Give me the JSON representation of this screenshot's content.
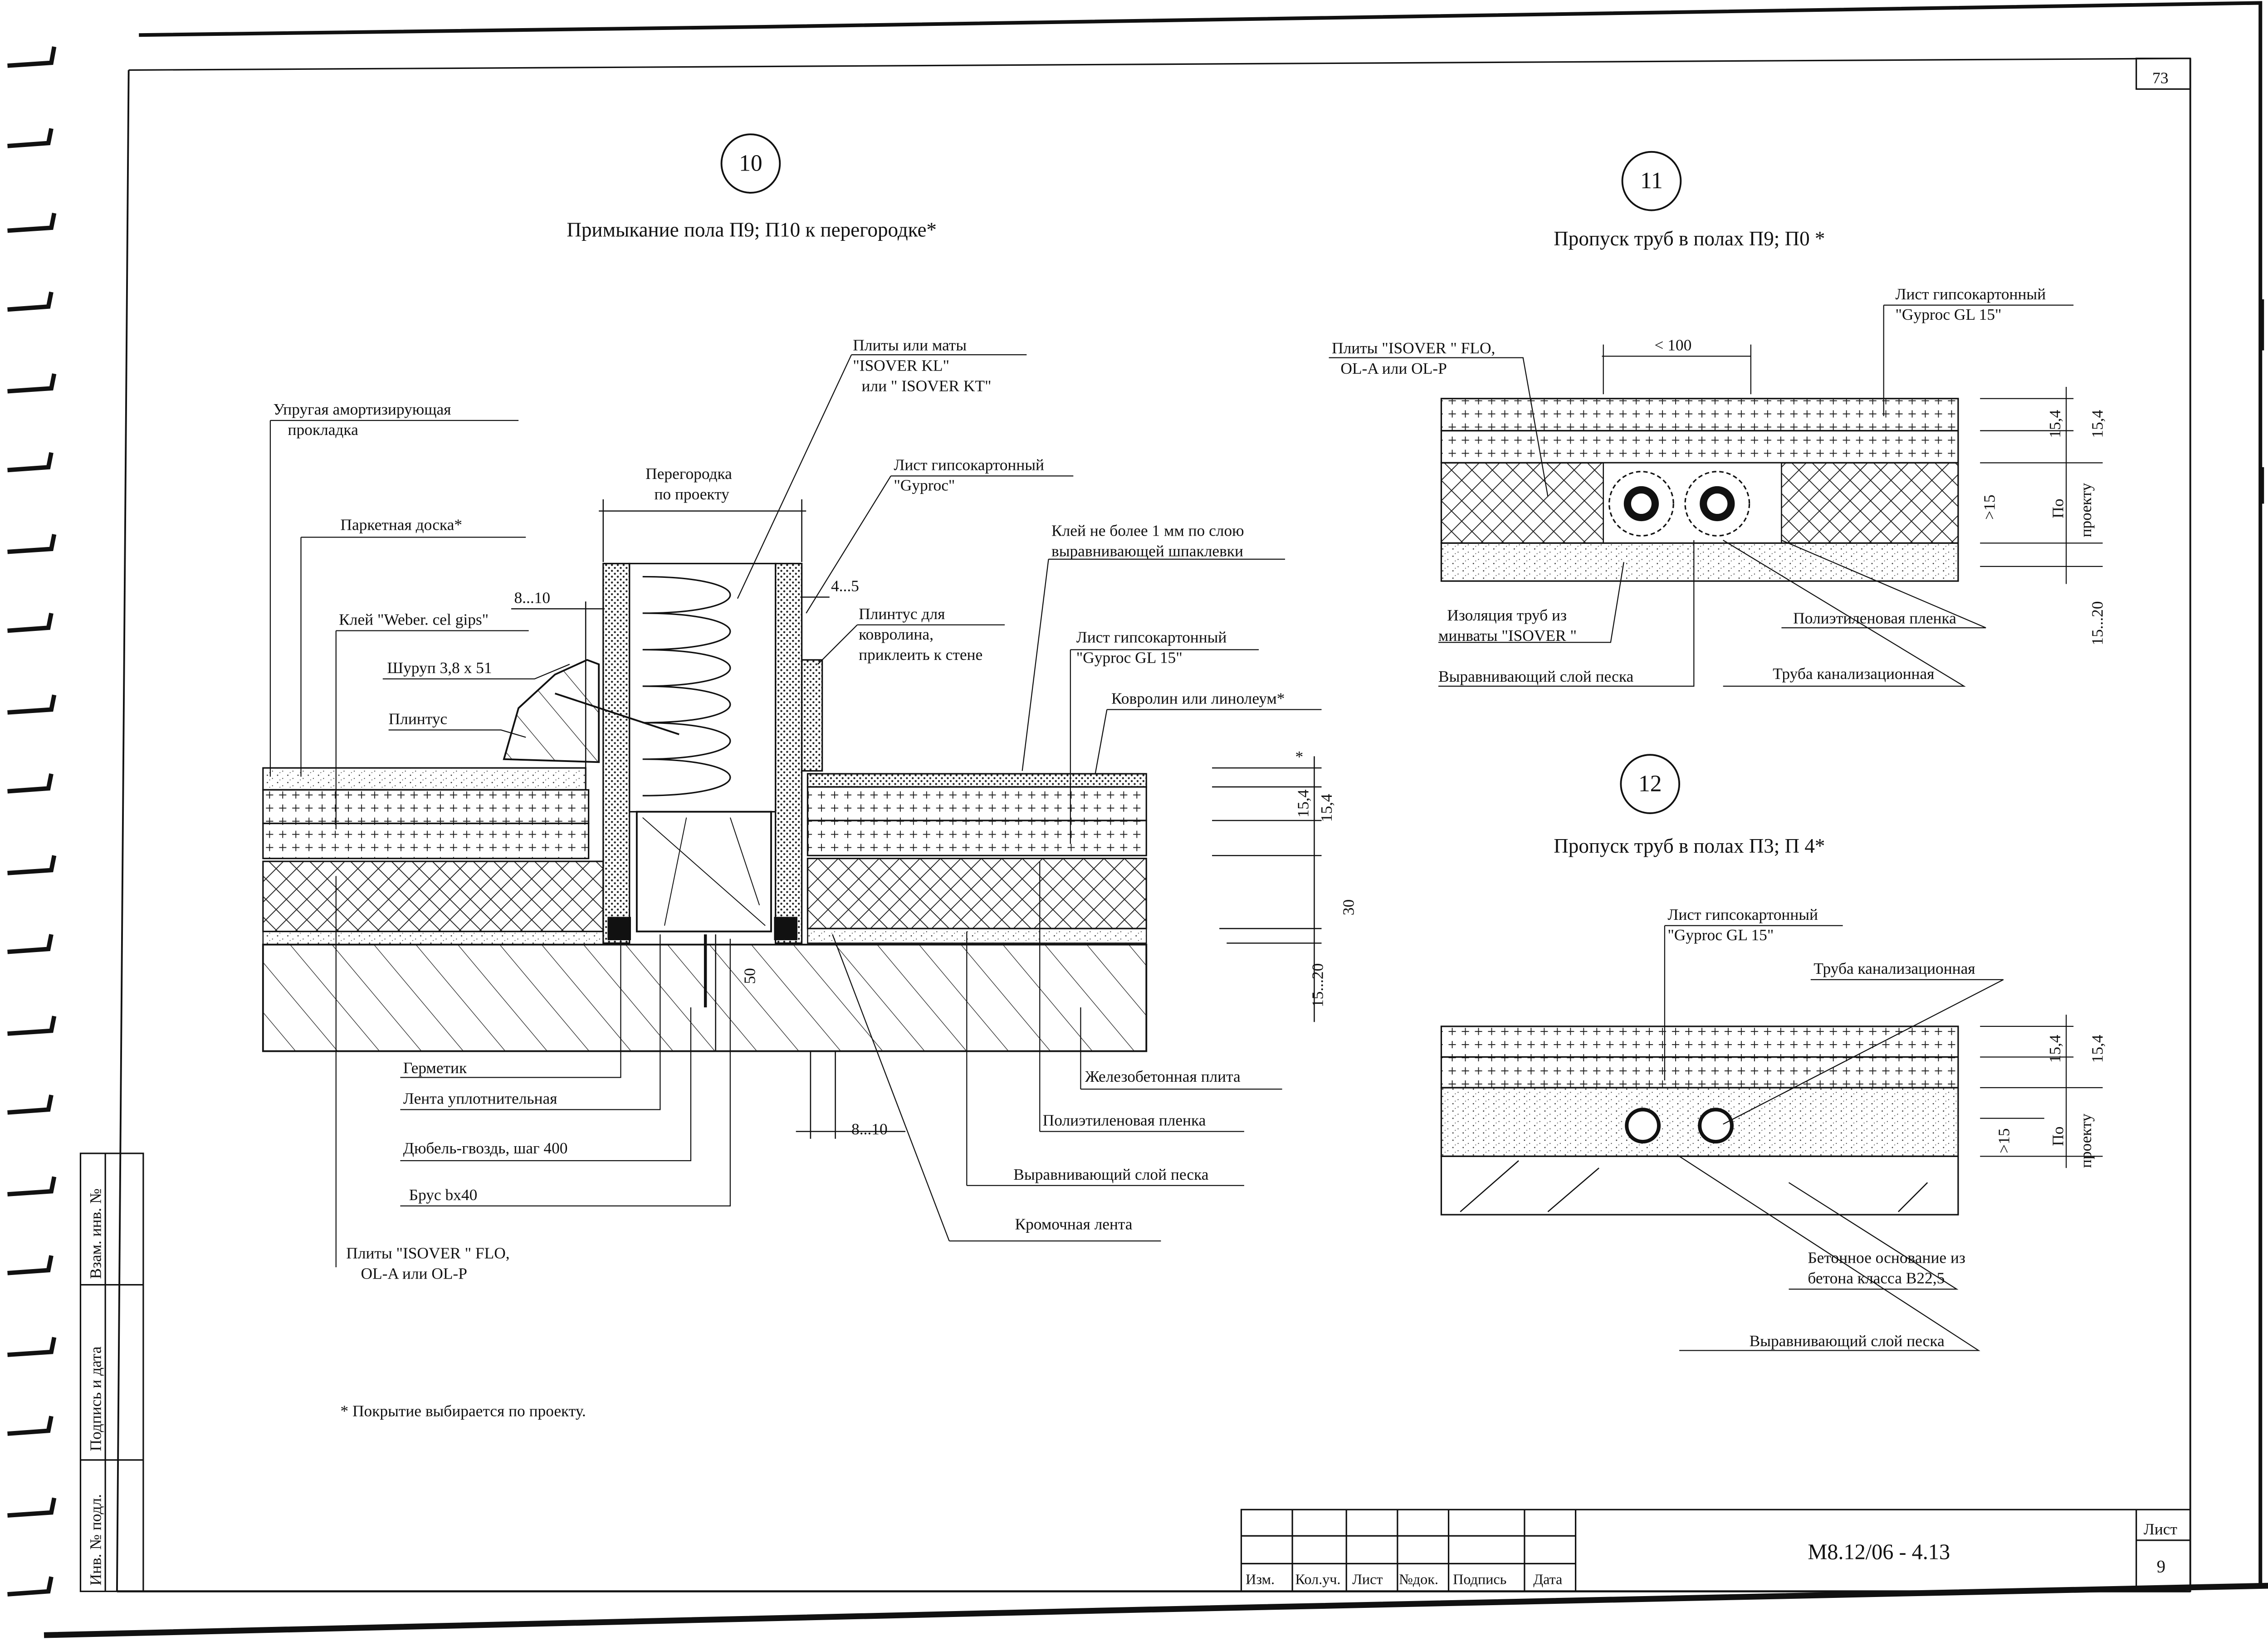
{
  "sheet": {
    "corner_number": "73",
    "footnote": "*  Покрытие выбирается по проекту.",
    "side_stamp": {
      "vzam_inv": "Взам. инв. №",
      "podpis_data": "Подпись и дата",
      "inv_podl": "Инв. № подл."
    },
    "title_block": {
      "columns": [
        "Изм.",
        "Кол.уч.",
        "Лист",
        "№док.",
        "Подпись",
        "Дата"
      ],
      "code": "М8.12/06 - 4.13",
      "list_label": "Лист",
      "list_number": "9"
    }
  },
  "node10": {
    "number": "10",
    "title": "Примыкание пола П9; П10 к перегородке*",
    "labels": {
      "uprugaya1": "Упругая амортизирующая",
      "uprugaya2": "прокладка",
      "parket": "Паркетная доска*",
      "dim_8_10_top": "8...10",
      "klei_weber": "Клей \"Weber. cel gips\"",
      "shurup": "Шуруп 3,8 х 51",
      "plintus": "Плинтус",
      "plity_maty1": "Плиты или маты",
      "plity_maty2": "\"ISOVER KL\"",
      "plity_maty3": "или \" ISOVER KT\"",
      "peregorodka1": "Перегородка",
      "peregorodka2": "по проекту",
      "list_gyproc1": "Лист гипсокартонный",
      "list_gyproc2": "\"Gyproc\"",
      "dim_4_5": "4...5",
      "plintus_kovr1": "Плинтус для",
      "plintus_kovr2": "ковролина,",
      "plintus_kovr3": "приклеить к стене",
      "klei_1mm1": "Клей  не более 1 мм по слою",
      "klei_1mm2": "выравнивающей шпаклевки",
      "list_gl15_1": "Лист гипсокартонный",
      "list_gl15_2": "\"Gyproc GL 15\"",
      "kovrolin": "Ковролин или линолеум*",
      "dim_star": "*",
      "dim_15_4_a": "15,4",
      "dim_15_4_b": "15,4",
      "dim_30": "30",
      "dim_15_20": "15...20",
      "dim_50": "50",
      "germetik": "Герметик",
      "lenta": "Лента уплотнительная",
      "dubel": "Дюбель-гвоздь, шаг 400",
      "brus": "Брус bх40",
      "plity_isover1": "Плиты \"ISOVER \" FLO,",
      "plity_isover2": "OL-A или OL-P",
      "dim_8_10_bot": "8...10",
      "zhb_plita": "Железобетонная плита",
      "polietilen": "Полиэтиленовая пленка",
      "vyravn_pesok": "Выравнивающий слой песка",
      "kromochnaya": "Кромочная лента"
    }
  },
  "node11": {
    "number": "11",
    "title": "Пропуск труб в  полах П9; П0 *",
    "labels": {
      "plity_isover1": "Плиты \"ISOVER \" FLO,",
      "plity_isover2": "OL-A или OL-P",
      "dim_100": "< 100",
      "list_gl15_1": "Лист гипсокартонный",
      "list_gl15_2": "\"Gyproc GL 15\"",
      "dim_15_4_a": "15,4",
      "dim_15_4_b": "15,4",
      "dim_gt15": ">15",
      "po_proektu1": "По",
      "po_proektu2": "проекту",
      "dim_15_20": "15...20",
      "izolyaciya1": "Изоляция труб из",
      "izolyaciya2": "минваты \"ISOVER \"",
      "polietilen": "Полиэтиленовая пленка",
      "vyravn_pesok": "Выравнивающий слой песка",
      "truba": "Труба канализационная"
    }
  },
  "node12": {
    "number": "12",
    "title": "Пропуск труб в  полах П3; П 4*",
    "labels": {
      "list_gl15_1": "Лист гипсокартонный",
      "list_gl15_2": "\"Gyproc GL 15\"",
      "truba": "Труба канализационная",
      "dim_15_4_a": "15,4",
      "dim_15_4_b": "15,4",
      "dim_gt15": ">15",
      "po_proektu1": "По",
      "po_proektu2": "проекту",
      "beton1": "Бетонное основание из",
      "beton2": "бетона класса В22,5",
      "vyravn_pesok": "Выравнивающий слой песка"
    }
  }
}
